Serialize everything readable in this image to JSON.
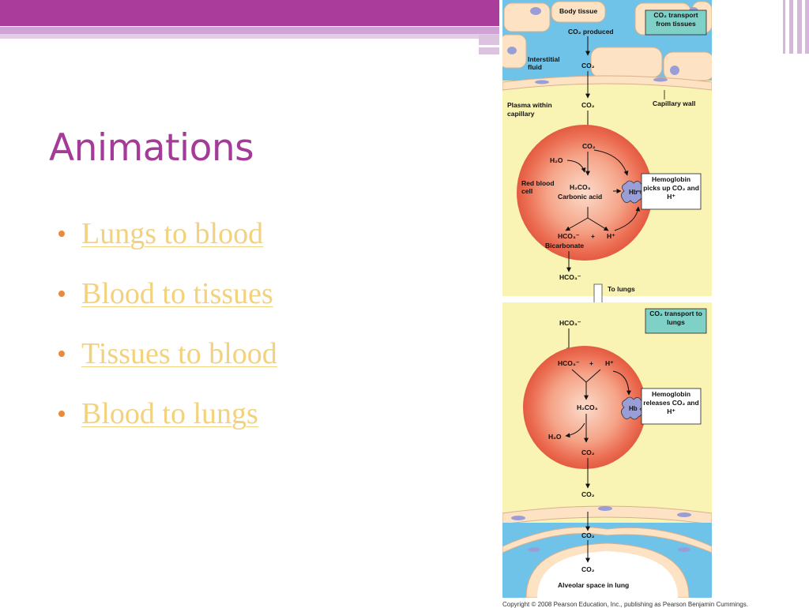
{
  "slide": {
    "title": "Animations",
    "bullets": [
      {
        "label": "Lungs to blood"
      },
      {
        "label": "Blood to tissues"
      },
      {
        "label": "Tissues to blood"
      },
      {
        "label": "Blood to lungs"
      }
    ],
    "colors": {
      "banner": "#aa3d9c",
      "title": "#a43b98",
      "link": "#f3d27e",
      "bullet": "#ec8a3a"
    }
  },
  "diagram": {
    "top_panel": {
      "body_tissue": "Body tissue",
      "box_title": "CO₂ transport from tissues",
      "co2_produced": "CO₂ produced",
      "interstitial_fluid": "Interstitial fluid",
      "co2": "CO₂",
      "plasma_within_capillary": "Plasma within capillary",
      "capillary_wall": "Capillary wall",
      "rbc": {
        "label": "Red blood cell",
        "co2": "CO₂",
        "h2o": "H₂O",
        "h2co3": "H₂CO₃",
        "carbonic_acid": "Carbonic acid",
        "hb": "Hb",
        "hco3": "HCO₃⁻",
        "plus": "+",
        "h_plus": "H⁺",
        "bicarbonate": "Bicarbonate"
      },
      "hemoglobin_note": "Hemoglobin picks up CO₂ and H⁺",
      "hco3_out": "HCO₃⁻",
      "to_lungs": "To lungs"
    },
    "bottom_panel": {
      "box_title": "CO₂ transport to lungs",
      "hco3_in": "HCO₃⁻",
      "rbc": {
        "hco3": "HCO₃⁻",
        "plus": "+",
        "h_plus": "H⁺",
        "h2co3": "H₂CO₃",
        "hb": "Hb",
        "h2o": "H₂O",
        "co2": "CO₂"
      },
      "hemoglobin_note": "Hemoglobin releases CO₂ and H⁺",
      "co2_a": "CO₂",
      "co2_b": "CO₂",
      "co2_c": "CO₂",
      "alveolar_space": "Alveolar space in lung"
    },
    "copyright": "Copyright © 2008 Pearson Education, Inc., publishing as Pearson Benjamin Cummings."
  }
}
